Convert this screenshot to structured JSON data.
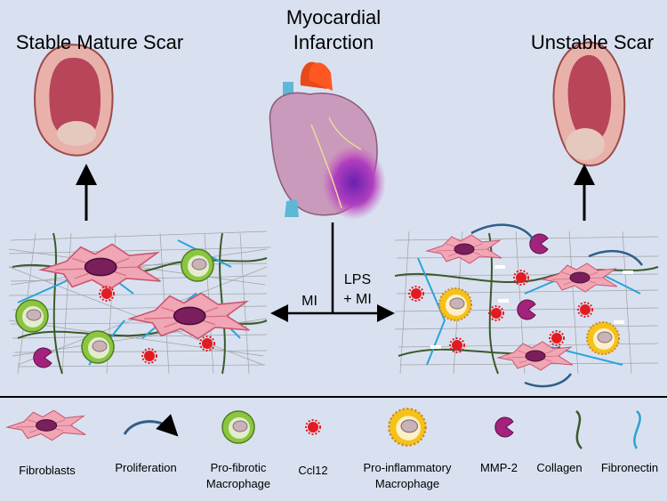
{
  "titles": {
    "stable": "Stable Mature Scar",
    "center_line1": "Myocardial",
    "center_line2": "Infarction",
    "unstable": "Unstable Scar"
  },
  "arms": {
    "mi": "MI",
    "lps_line1": "LPS",
    "lps_line2": "+ MI"
  },
  "legend": {
    "fibroblasts": "Fibroblasts",
    "proliferation": "Proliferation",
    "profibrotic_line1": "Pro-fibrotic",
    "profibrotic_line2": "Macrophage",
    "ccl12": "Ccl12",
    "proinflammatory_line1": "Pro-inflammatory",
    "proinflammatory_line2": "Macrophage",
    "mmp2": "MMP-2",
    "collagen": "Collagen",
    "fibronectin": "Fibronectin"
  },
  "colors": {
    "background": "#d9e1f0",
    "fibroblast": "#f0a6b4",
    "nucleus": "#7a1f5c",
    "profibrotic": "#8cc640",
    "proinflammatory": "#f5c21b",
    "ccl12": "#e21b23",
    "mmp2": "#a3237c",
    "collagen": "#3a5a2a",
    "fibronectin": "#2aa3d8",
    "infarct": "#8a2fa5"
  }
}
